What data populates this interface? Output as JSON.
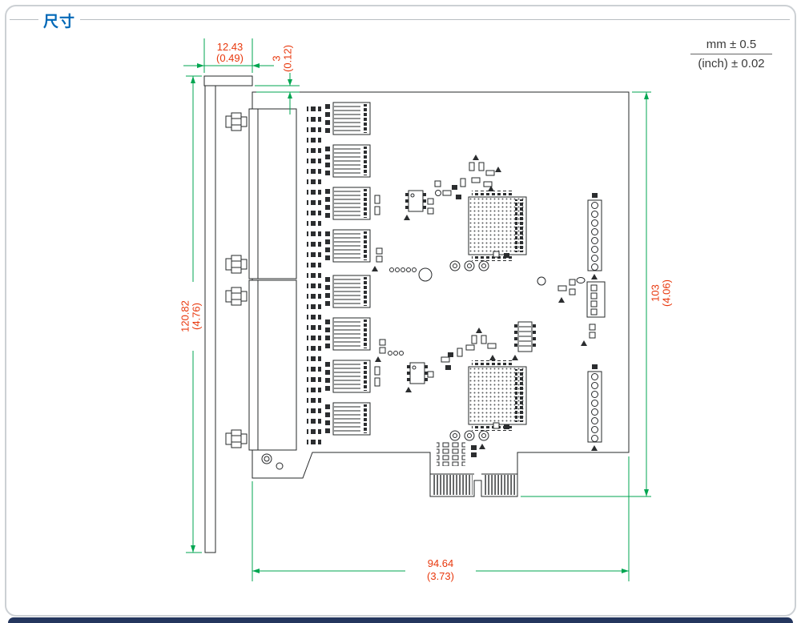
{
  "header": {
    "section_title": "尺寸",
    "tolerance_mm": "mm ± 0.5",
    "tolerance_inch": "(inch) ± 0.02"
  },
  "dims": {
    "bracket_width": {
      "mm": "12.43",
      "inch": "(0.49)"
    },
    "top_offset": {
      "mm": "3",
      "inch": "(0.12)"
    },
    "bracket_height": {
      "mm": "120.82",
      "inch": "(4.76)"
    },
    "board_height": {
      "mm": "103",
      "inch": "(4.06)"
    },
    "board_width": {
      "mm": "94.64",
      "inch": "(3.73)"
    }
  },
  "colors": {
    "title": "#0068b7",
    "dimension_lines": "#00a651",
    "dimension_text": "#e8380d",
    "drawing_lines": "#26282a",
    "footer_bar": "#24365e",
    "frame_border": "#ccd0d4"
  }
}
